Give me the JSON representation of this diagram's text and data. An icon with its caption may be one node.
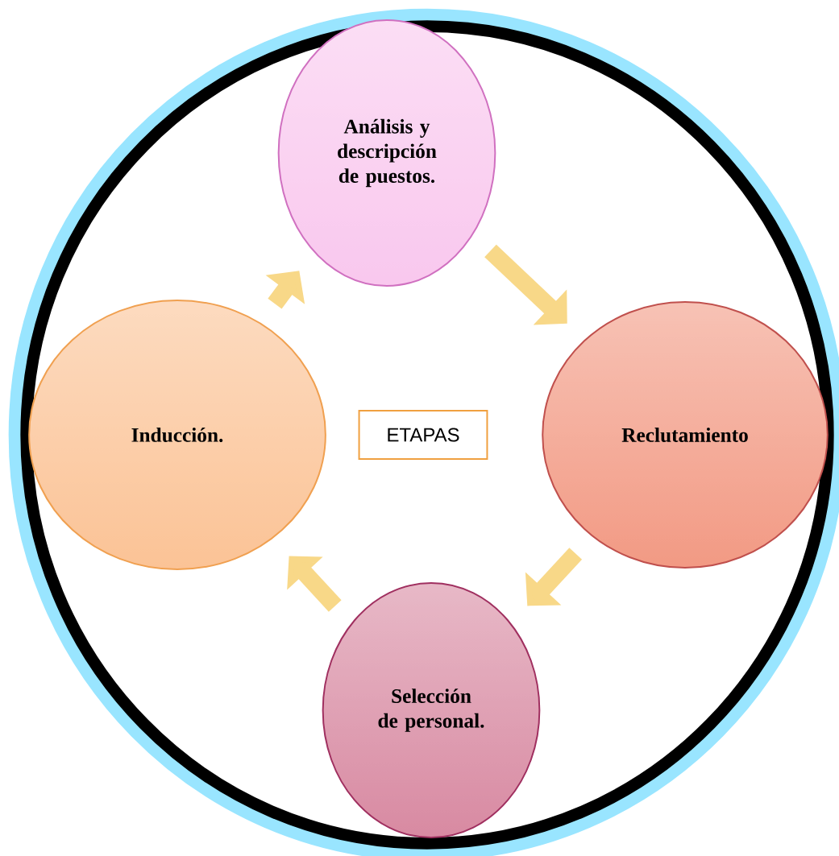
{
  "diagram": {
    "nodes": [
      {
        "text": [
          "Análisis y descripción de puestos."
        ]
      },
      {
        "text": [
          "Reclutamiento"
        ]
      },
      {
        "text": [
          "Selección de personal."
        ]
      },
      {
        "text": [
          "Inducción."
        ]
      },
      {
        "text": [
          "ETAPAS"
        ]
      }
    ],
    "edges": [
      {
        "from": 0,
        "to": 1,
        "arrow": "to"
      },
      {
        "from": 1,
        "to": 2,
        "arrow": "to"
      },
      {
        "from": 2,
        "to": 3,
        "arrow": "to"
      },
      {
        "from": 3,
        "to": 0,
        "arrow": "to"
      }
    ]
  }
}
